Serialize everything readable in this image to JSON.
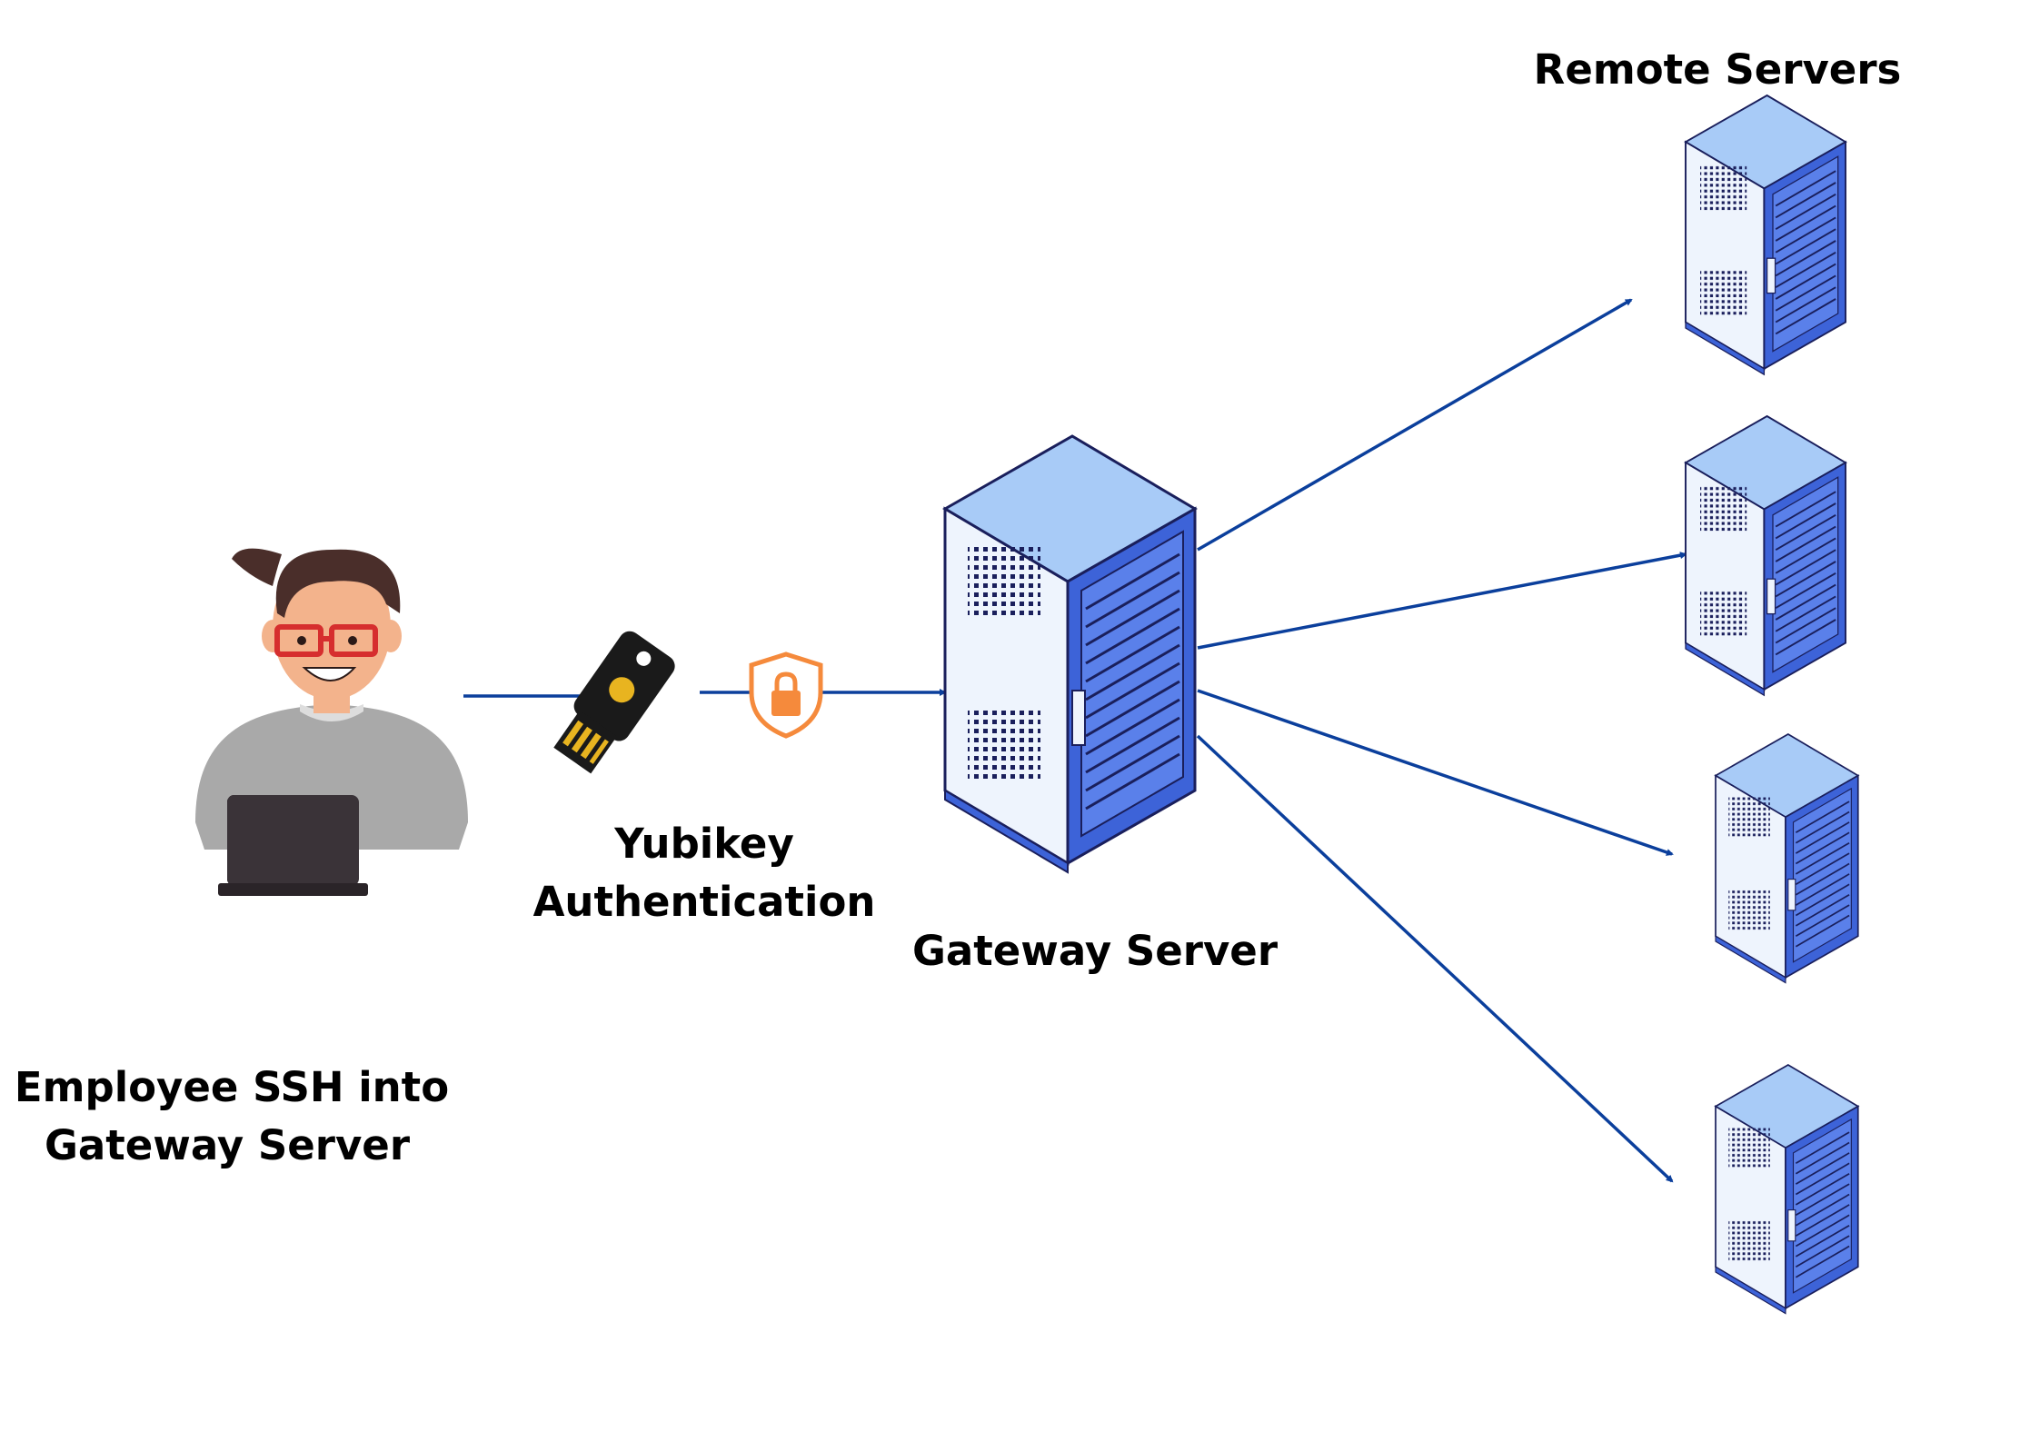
{
  "labels": {
    "employee_line1": "Employee SSH into",
    "employee_line2": "Gateway Server",
    "yubikey_line1": "Yubikey",
    "yubikey_line2": "Authentication",
    "gateway": "Gateway Server",
    "remote": "Remote Servers"
  },
  "colors": {
    "arrow": "#0b3f9c",
    "server_top": "#a8cbf7",
    "server_side": "#eef4fd",
    "server_front": "#3d63d8",
    "server_outline": "#1a1f5c",
    "lock": "#f58a3c",
    "key_body": "#1a1a1a",
    "key_gold": "#e8b420",
    "hair": "#4a2e2a",
    "skin": "#f3b38c",
    "glasses": "#d62e2e",
    "shirt": "#a9a9a9",
    "laptop": "#3a3338"
  },
  "icons": {
    "employee": "person-at-laptop-icon",
    "yubikey": "usb-security-key-icon",
    "lock": "shield-lock-icon",
    "gateway": "server-rack-icon",
    "remote": "server-rack-icon"
  }
}
